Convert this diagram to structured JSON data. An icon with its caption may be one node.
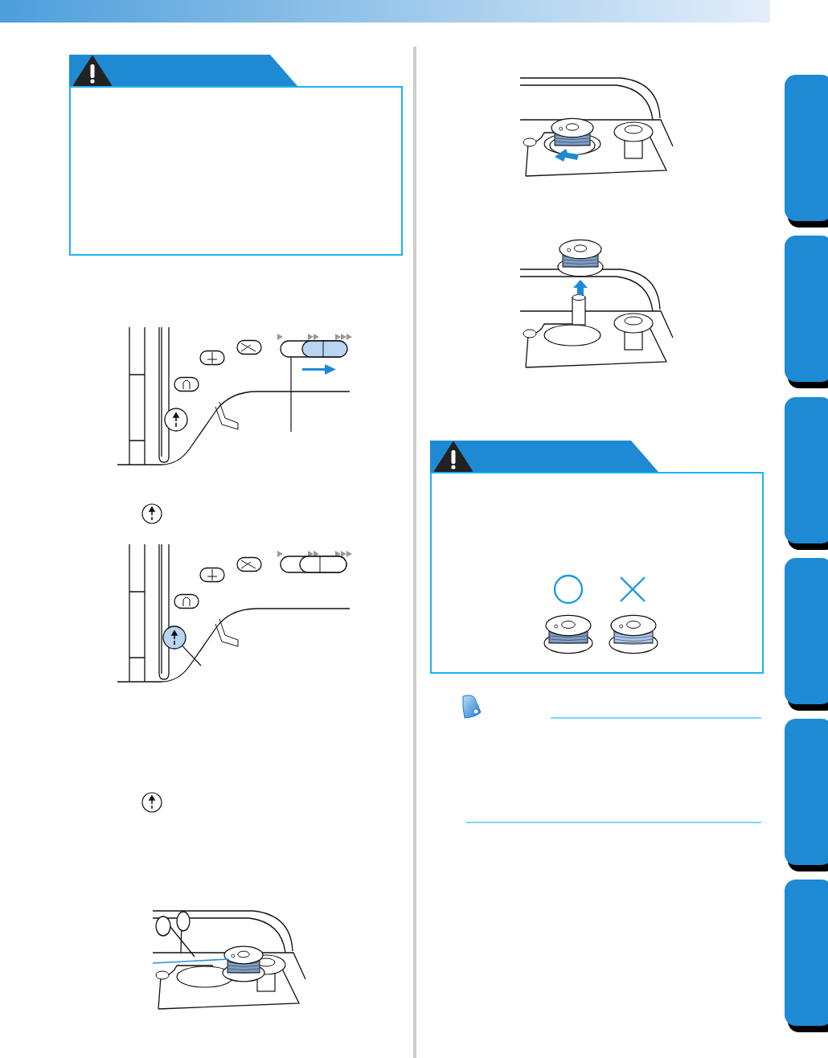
{
  "diagram": {
    "nodes": [
      {
        "text": [],
        "shape": "box"
      },
      {
        "text": [],
        "shape": "circle"
      }
    ],
    "edges": [
      {
        "from": null,
        "to": 0,
        "arrow": "none"
      },
      {
        "from": null,
        "to": 1,
        "arrow": "none"
      }
    ]
  }
}
